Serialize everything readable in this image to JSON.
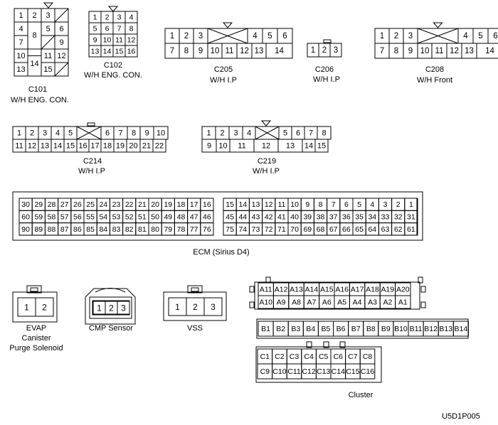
{
  "connectors": {
    "c101": {
      "name": "C101",
      "sub": "W/H ENG. CON.",
      "pins": [
        "1",
        "2",
        "3",
        "4",
        "5",
        "6",
        "7",
        "8",
        "9",
        "10",
        "11",
        "12",
        "13",
        "14",
        "15"
      ]
    },
    "c102": {
      "name": "C102",
      "sub": "W/H ENG. CON.",
      "pins": [
        "1",
        "2",
        "3",
        "4",
        "5",
        "6",
        "7",
        "8",
        "9",
        "10",
        "11",
        "12",
        "13",
        "14",
        "15",
        "16"
      ]
    },
    "c205": {
      "name": "C205",
      "sub": "W/H I.P",
      "row1": [
        "1",
        "2",
        "3",
        "",
        "4",
        "5",
        "6"
      ],
      "row2": [
        "7",
        "8",
        "9",
        "10",
        "11",
        "12",
        "13",
        "14"
      ]
    },
    "c206": {
      "name": "C206",
      "sub": "W/H I.P",
      "row1": [
        "1",
        "2",
        "3"
      ]
    },
    "c208": {
      "name": "C208",
      "sub": "W/H Front",
      "row1": [
        "1",
        "2",
        "3",
        "",
        "4",
        "5",
        "6"
      ],
      "row2": [
        "7",
        "8",
        "9",
        "10",
        "11",
        "12",
        "13",
        "14"
      ]
    },
    "c214": {
      "name": "C214",
      "sub": "W/H I.P",
      "row1": [
        "1",
        "2",
        "3",
        "4",
        "5",
        "",
        "6",
        "7",
        "8",
        "9",
        "10"
      ],
      "row2": [
        "11",
        "12",
        "13",
        "14",
        "15",
        "16",
        "17",
        "18",
        "19",
        "20",
        "21",
        "22"
      ]
    },
    "c219": {
      "name": "C219",
      "sub": "W/H I.P",
      "row1": [
        "1",
        "2",
        "3",
        "4",
        "",
        "5",
        "6",
        "7",
        "8"
      ],
      "row2": [
        "9",
        "10",
        "11",
        "12",
        "13",
        "14",
        "15"
      ]
    },
    "ecm": {
      "name": "ECM (Sirius D4)",
      "left": [
        [
          "30",
          "29",
          "28",
          "27",
          "26",
          "25",
          "24",
          "23",
          "22",
          "21",
          "20",
          "19",
          "18",
          "17",
          "16"
        ],
        [
          "60",
          "59",
          "58",
          "57",
          "56",
          "55",
          "54",
          "53",
          "52",
          "51",
          "50",
          "49",
          "48",
          "47",
          "46"
        ],
        [
          "90",
          "89",
          "88",
          "87",
          "86",
          "85",
          "84",
          "83",
          "82",
          "81",
          "80",
          "79",
          "78",
          "77",
          "76"
        ]
      ],
      "right": [
        [
          "15",
          "14",
          "13",
          "12",
          "11",
          "10",
          "9",
          "8",
          "7",
          "6",
          "5",
          "4",
          "3",
          "2",
          "1"
        ],
        [
          "45",
          "44",
          "43",
          "42",
          "41",
          "40",
          "39",
          "38",
          "37",
          "36",
          "35",
          "34",
          "33",
          "32",
          "31"
        ],
        [
          "75",
          "74",
          "73",
          "72",
          "71",
          "70",
          "69",
          "68",
          "67",
          "66",
          "65",
          "64",
          "63",
          "62",
          "61"
        ]
      ]
    },
    "evap": {
      "name_lines": [
        "EVAP",
        "Canister",
        "Purge Solenoid"
      ],
      "pins": [
        "1",
        "2"
      ]
    },
    "cmp": {
      "name": "CMP Sensor",
      "pins": [
        "1",
        "2",
        "3"
      ]
    },
    "vss": {
      "name": "VSS",
      "pins": [
        "1",
        "2",
        "3"
      ]
    },
    "cluster": {
      "name": "Cluster",
      "a_top": [
        "A11",
        "A12",
        "A13",
        "A14",
        "A15",
        "A16",
        "A17",
        "A18",
        "A19",
        "A20"
      ],
      "a_bottom": [
        "A10",
        "A9",
        "A8",
        "A7",
        "A6",
        "A5",
        "A4",
        "A3",
        "A2",
        "A1"
      ],
      "b": [
        "B1",
        "B2",
        "B3",
        "B4",
        "B5",
        "B6",
        "B7",
        "B8",
        "B9",
        "B10",
        "B11",
        "B12",
        "B13",
        "B14"
      ],
      "c_top": [
        "C1",
        "C2",
        "C3",
        "C4",
        "C5",
        "C6",
        "C7",
        "C8"
      ],
      "c_bottom": [
        "C9",
        "C10",
        "C11",
        "C12",
        "C13",
        "C14",
        "C15",
        "C16"
      ]
    }
  },
  "figure_code": "U5D1P005"
}
